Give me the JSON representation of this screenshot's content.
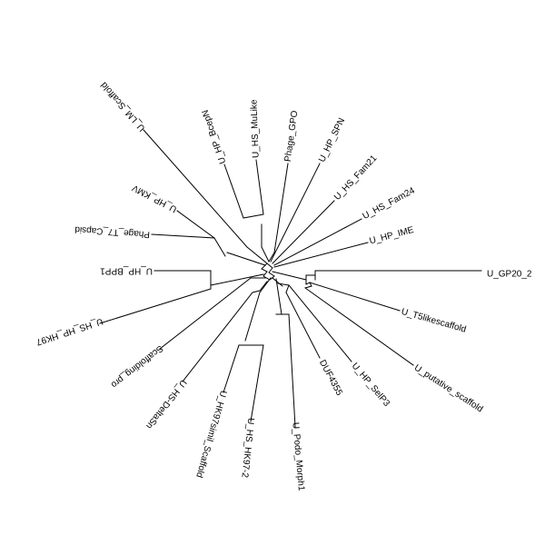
{
  "diagram": {
    "type": "unrooted-phylogenetic-tree",
    "layout": "radial",
    "line_color": "#000000",
    "background": "#ffffff"
  },
  "leaves": [
    "U_GP20_2",
    "U_T5likescaffold",
    "U_putative_scaffold",
    "U_HP_SelP3",
    "DUF4355",
    "U_Podo_Morph1",
    "U_HS_HK97-2",
    "U_HK97simil_Scaffold",
    "U_HS-DeltaSn",
    "Scaffolding_pro",
    "U_HS_HP_HK97",
    "U_HP_BPP1",
    "Phage_T7_Capsid",
    "U_HP_KMV",
    "U_LM_Scaffold",
    "U_HP_BcepN",
    "U_HS_MuLike",
    "Phage_GPO",
    "U_HP_SPN",
    "U_HS_Fam21",
    "U_HS_Fam24",
    "U_HP_IME"
  ]
}
